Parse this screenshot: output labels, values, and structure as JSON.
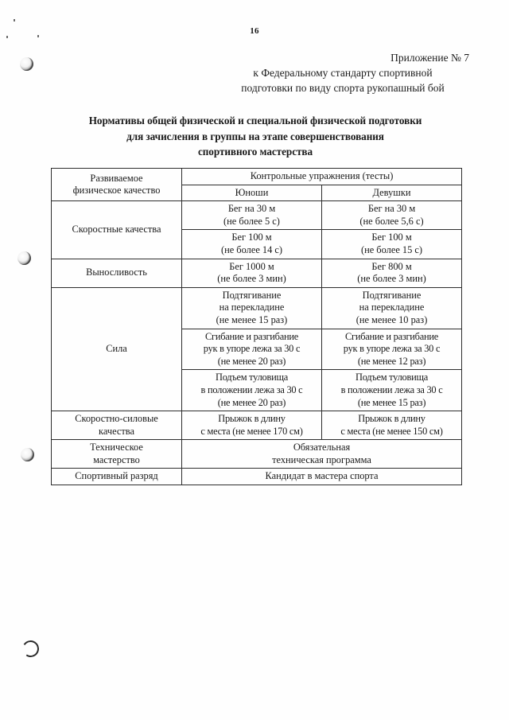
{
  "document": {
    "page_number": "16",
    "appendix": {
      "line1": "Приложение № 7",
      "line2": "к Федеральному стандарту спортивной",
      "line3": "подготовки по виду спорта рукопашный бой"
    },
    "title": {
      "line1": "Нормативы общей физической и специальной физической подготовки",
      "line2": "для зачисления в группы на этапе совершенствования",
      "line3": "спортивного мастерства"
    }
  },
  "table": {
    "header": {
      "quality_line1": "Развиваемое",
      "quality_line2": "физическое качество",
      "tests": "Контрольные упражнения (тесты)",
      "boys": "Юноши",
      "girls": "Девушки"
    },
    "rows": [
      {
        "quality": "Скоростные качества",
        "boys": [
          "Бег на 30 м",
          "(не более 5 с)"
        ],
        "girls": [
          "Бег на 30 м",
          "(не более 5,6 с)"
        ]
      },
      {
        "quality": "",
        "boys": [
          "Бег 100 м",
          "(не более 14 с)"
        ],
        "girls": [
          "Бег 100 м",
          "(не более 15 с)"
        ]
      },
      {
        "quality": "Выносливость",
        "boys": [
          "Бег 1000 м",
          "(не более 3 мин)"
        ],
        "girls": [
          "Бег 800 м",
          "(не более 3 мин)"
        ]
      },
      {
        "quality": "",
        "boys": [
          "Подтягивание",
          "на перекладине",
          "(не менее 15 раз)"
        ],
        "girls": [
          "Подтягивание",
          "на перекладине",
          "(не менее 10 раз)"
        ]
      },
      {
        "quality": "Сила",
        "boys": [
          "Сгибание и разгибание",
          "рук в упоре лежа за 30 с",
          "(не менее 20 раз)"
        ],
        "girls": [
          "Сгибание и разгибание",
          "рук в упоре лежа за 30 с",
          "(не менее 12 раз)"
        ]
      },
      {
        "quality": "",
        "boys": [
          "Подъем туловища",
          "в положении лежа за 30 с",
          "(не менее 20 раз)"
        ],
        "girls": [
          "Подъем туловища",
          "в положении лежа за 30 с",
          "(не менее 15 раз)"
        ]
      },
      {
        "quality_line1": "Скоростно-силовые",
        "quality_line2": "качества",
        "boys": [
          "Прыжок в длину",
          "с места (не менее 170 см)"
        ],
        "girls": [
          "Прыжок в длину",
          "с места (не менее 150 см)"
        ]
      }
    ],
    "technical": {
      "quality_line1": "Техническое",
      "quality_line2": "мастерство",
      "value_line1": "Обязательная",
      "value_line2": "техническая программа"
    },
    "rank": {
      "quality": "Спортивный разряд",
      "value": "Кандидат в мастера спорта"
    }
  }
}
